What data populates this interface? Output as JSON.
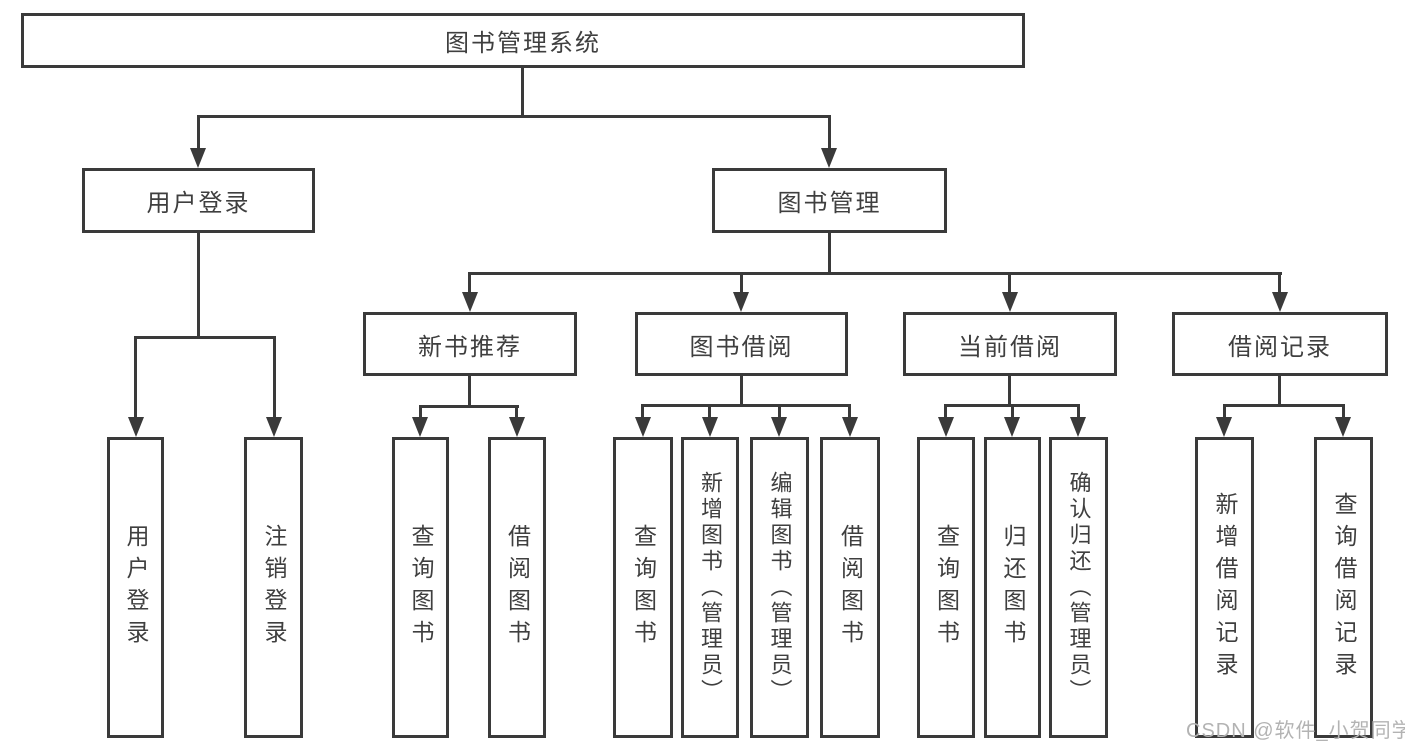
{
  "diagram": {
    "root": {
      "label": "图书管理系统"
    },
    "level2": [
      {
        "label": "用户登录",
        "children": [
          {
            "label": "用户登录"
          },
          {
            "label": "注销登录"
          }
        ]
      },
      {
        "label": "图书管理",
        "children": [
          {
            "label": "新书推荐",
            "children": [
              {
                "label": "查询图书"
              },
              {
                "label": "借阅图书"
              }
            ]
          },
          {
            "label": "图书借阅",
            "children": [
              {
                "label": "查询图书"
              },
              {
                "label": "新增图书（管理员）"
              },
              {
                "label": "编辑图书（管理员）"
              },
              {
                "label": "借阅图书"
              }
            ]
          },
          {
            "label": "当前借阅",
            "children": [
              {
                "label": "查询图书"
              },
              {
                "label": "归还图书"
              },
              {
                "label": "确认归还（管理员）"
              }
            ]
          },
          {
            "label": "借阅记录",
            "children": [
              {
                "label": "新增借阅记录"
              },
              {
                "label": "查询借阅记录"
              }
            ]
          }
        ]
      }
    ]
  },
  "watermark": {
    "text": "CSDN @软件_小贺同学"
  },
  "colors": {
    "line": "#3a3a3a",
    "text": "#3f3f3f",
    "watermark": "#b3b3b3",
    "background": "#ffffff"
  }
}
